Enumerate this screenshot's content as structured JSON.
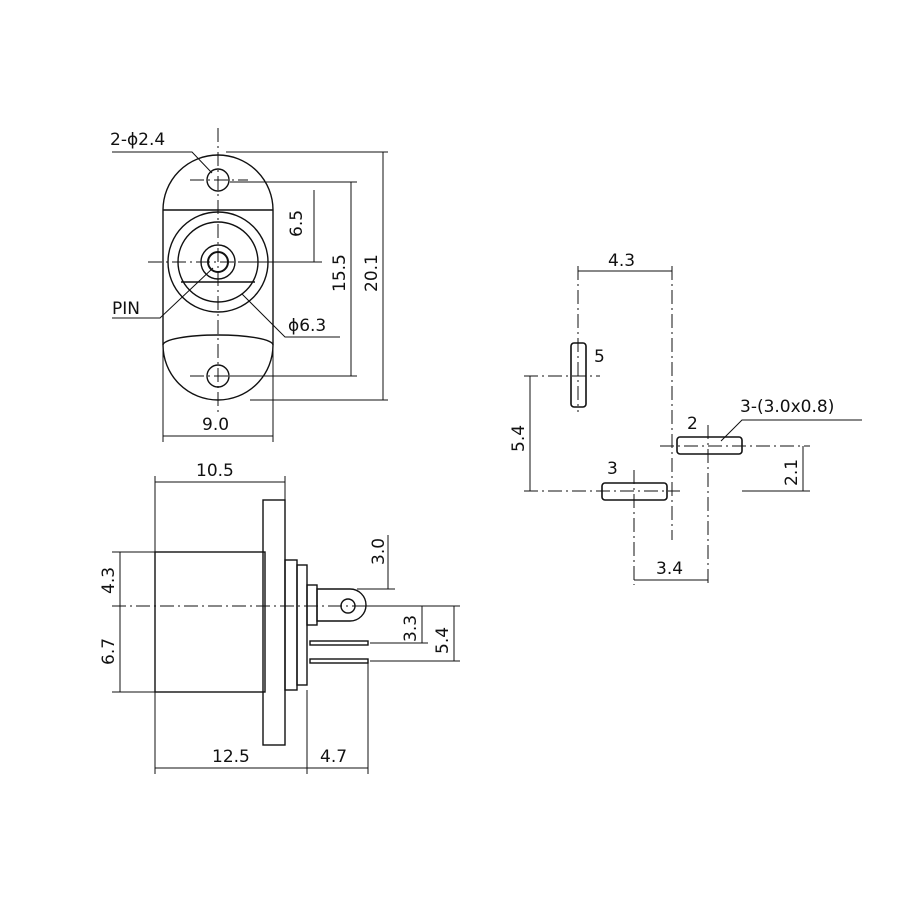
{
  "front_view": {
    "hole_callout": "2-ϕ2.4",
    "pin_label": "PIN",
    "diameter_callout": "ϕ6.3",
    "dim_6_5": "6.5",
    "dim_15_5": "15.5",
    "dim_20_1": "20.1",
    "dim_9_0": "9.0"
  },
  "side_view": {
    "dim_10_5": "10.5",
    "dim_4_3": "4.3",
    "dim_6_7": "6.7",
    "dim_3_0": "3.0",
    "dim_3_3": "3.3",
    "dim_5_4": "5.4",
    "dim_12_5": "12.5",
    "dim_4_7": "4.7"
  },
  "footprint": {
    "dim_4_3": "4.3",
    "dim_5_4": "5.4",
    "dim_3_4": "3.4",
    "dim_2_1": "2.1",
    "pad_5_label": "5",
    "pad_2_label": "2",
    "pad_3_label": "3",
    "pad_spec": "3-(3.0x0.8)"
  }
}
